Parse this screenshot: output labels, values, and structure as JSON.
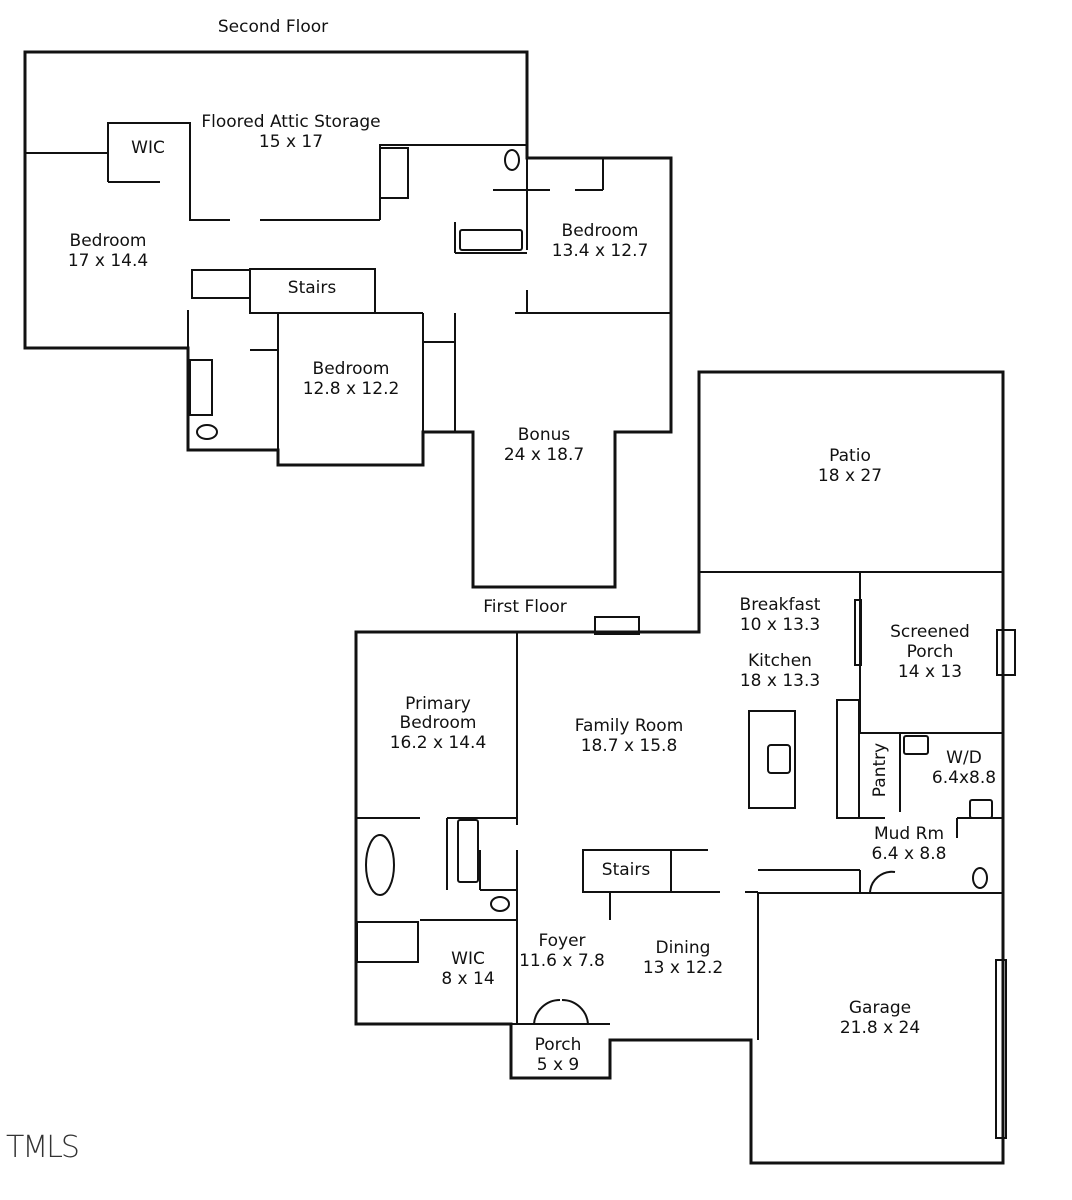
{
  "floors": {
    "second": {
      "title": "Second Floor",
      "rooms": [
        {
          "name": "Floored Attic Storage",
          "size": "15 x 17"
        },
        {
          "name": "WIC",
          "size": ""
        },
        {
          "name": "Bedroom",
          "size": "17 x 14.4"
        },
        {
          "name": "Stairs",
          "size": ""
        },
        {
          "name": "Bedroom",
          "size": "13.4 x 12.7"
        },
        {
          "name": "Bedroom",
          "size": "12.8 x 12.2"
        },
        {
          "name": "Bonus",
          "size": "24 x 18.7"
        }
      ]
    },
    "first": {
      "title": "First Floor",
      "rooms": [
        {
          "name": "Patio",
          "size": "18 x 27"
        },
        {
          "name": "Breakfast",
          "size": "10 x 13.3"
        },
        {
          "name": "Kitchen",
          "size": "18 x 13.3"
        },
        {
          "name": "Screened Porch",
          "size": "14 x 13"
        },
        {
          "name": "Primary Bedroom",
          "size": "16.2 x 14.4"
        },
        {
          "name": "Family Room",
          "size": "18.7 x 15.8"
        },
        {
          "name": "Pantry",
          "size": ""
        },
        {
          "name": "W/D",
          "size": "6.4x8.8"
        },
        {
          "name": "Mud Rm",
          "size": "6.4 x 8.8"
        },
        {
          "name": "Stairs",
          "size": ""
        },
        {
          "name": "Foyer",
          "size": "11.6 x 7.8"
        },
        {
          "name": "Dining",
          "size": "13 x 12.2"
        },
        {
          "name": "WIC",
          "size": "8 x 14"
        },
        {
          "name": "Garage",
          "size": "21.8 x 24"
        },
        {
          "name": "Porch",
          "size": "5 x 9"
        }
      ]
    }
  },
  "logo": "TMLS"
}
